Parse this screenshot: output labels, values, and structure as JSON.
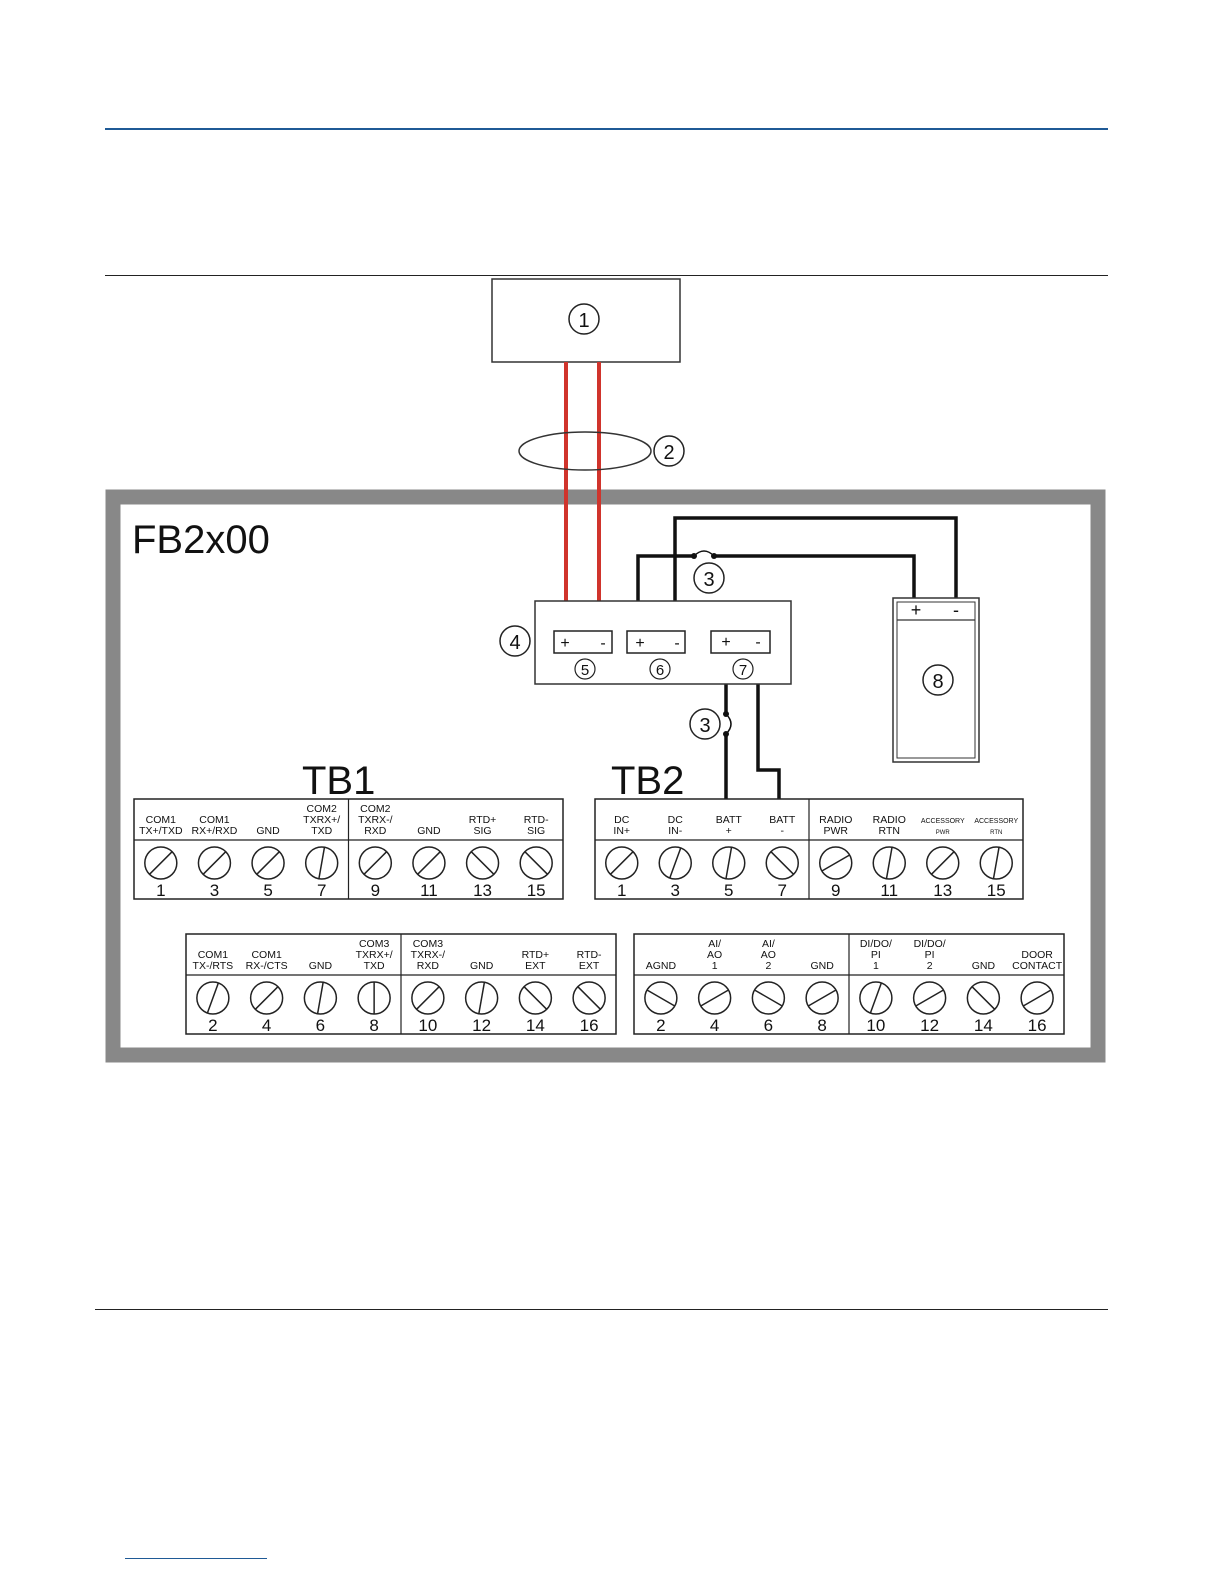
{
  "colors": {
    "header_rule": "#1f5a96",
    "wire_red": "#d0342c",
    "wire_black": "#111111",
    "frame_gray": "#888888"
  },
  "device_label": "FB2x00",
  "callouts": {
    "c1": "1",
    "c2": "2",
    "c3a": "3",
    "c3b": "3",
    "c4": "4",
    "c5": "5",
    "c6": "6",
    "c7": "7",
    "c8": "8"
  },
  "polarity": {
    "plus": "+",
    "minus": "-"
  },
  "tb1": {
    "title": "TB1",
    "top": {
      "terminals": [
        {
          "l1": "COM1",
          "l2": "TX+/TXD",
          "l3": "",
          "num": "1"
        },
        {
          "l1": "COM1",
          "l2": "RX+/RXD",
          "l3": "",
          "num": "3"
        },
        {
          "l1": "",
          "l2": "GND",
          "l3": "",
          "num": "5"
        },
        {
          "l1": "COM2",
          "l2": "TXRX+/",
          "l3": "TXD",
          "num": "7"
        },
        {
          "l1": "COM2",
          "l2": "TXRX-/",
          "l3": "RXD",
          "num": "9"
        },
        {
          "l1": "",
          "l2": "GND",
          "l3": "",
          "num": "11"
        },
        {
          "l1": "RTD+",
          "l2": "SIG",
          "l3": "",
          "num": "13"
        },
        {
          "l1": "RTD-",
          "l2": "SIG",
          "l3": "",
          "num": "15"
        }
      ]
    },
    "bottom": {
      "terminals": [
        {
          "l1": "COM1",
          "l2": "TX-/RTS",
          "l3": "",
          "num": "2"
        },
        {
          "l1": "COM1",
          "l2": "RX-/CTS",
          "l3": "",
          "num": "4"
        },
        {
          "l1": "",
          "l2": "GND",
          "l3": "",
          "num": "6"
        },
        {
          "l1": "COM3",
          "l2": "TXRX+/",
          "l3": "TXD",
          "num": "8"
        },
        {
          "l1": "COM3",
          "l2": "TXRX-/",
          "l3": "RXD",
          "num": "10"
        },
        {
          "l1": "",
          "l2": "GND",
          "l3": "",
          "num": "12"
        },
        {
          "l1": "RTD+",
          "l2": "EXT",
          "l3": "",
          "num": "14"
        },
        {
          "l1": "RTD-",
          "l2": "EXT",
          "l3": "",
          "num": "16"
        }
      ]
    }
  },
  "tb2": {
    "title": "TB2",
    "top": {
      "terminals": [
        {
          "l1": "DC",
          "l2": "IN+",
          "l3": "",
          "num": "1"
        },
        {
          "l1": "DC",
          "l2": "IN-",
          "l3": "",
          "num": "3"
        },
        {
          "l1": "BATT",
          "l2": "+",
          "l3": "",
          "num": "5"
        },
        {
          "l1": "BATT",
          "l2": "-",
          "l3": "",
          "num": "7"
        },
        {
          "l1": "RADIO",
          "l2": "PWR",
          "l3": "",
          "num": "9"
        },
        {
          "l1": "RADIO",
          "l2": "RTN",
          "l3": "",
          "num": "11"
        },
        {
          "l1": "ACCESSORY",
          "l2": "PWR",
          "l3": "",
          "num": "13"
        },
        {
          "l1": "ACCESSORY",
          "l2": "RTN",
          "l3": "",
          "num": "15"
        }
      ]
    },
    "bottom": {
      "terminals": [
        {
          "l1": "",
          "l2": "AGND",
          "l3": "",
          "num": "2"
        },
        {
          "l1": "AI/",
          "l2": "AO",
          "l3": "1",
          "num": "4"
        },
        {
          "l1": "AI/",
          "l2": "AO",
          "l3": "2",
          "num": "6"
        },
        {
          "l1": "",
          "l2": "GND",
          "l3": "",
          "num": "8"
        },
        {
          "l1": "DI/DO/",
          "l2": "PI",
          "l3": "1",
          "num": "10"
        },
        {
          "l1": "DI/DO/",
          "l2": "PI",
          "l3": "2",
          "num": "12"
        },
        {
          "l1": "",
          "l2": "GND",
          "l3": "",
          "num": "14"
        },
        {
          "l1": "DOOR",
          "l2": "CONTACT",
          "l3": "",
          "num": "16"
        }
      ]
    }
  }
}
